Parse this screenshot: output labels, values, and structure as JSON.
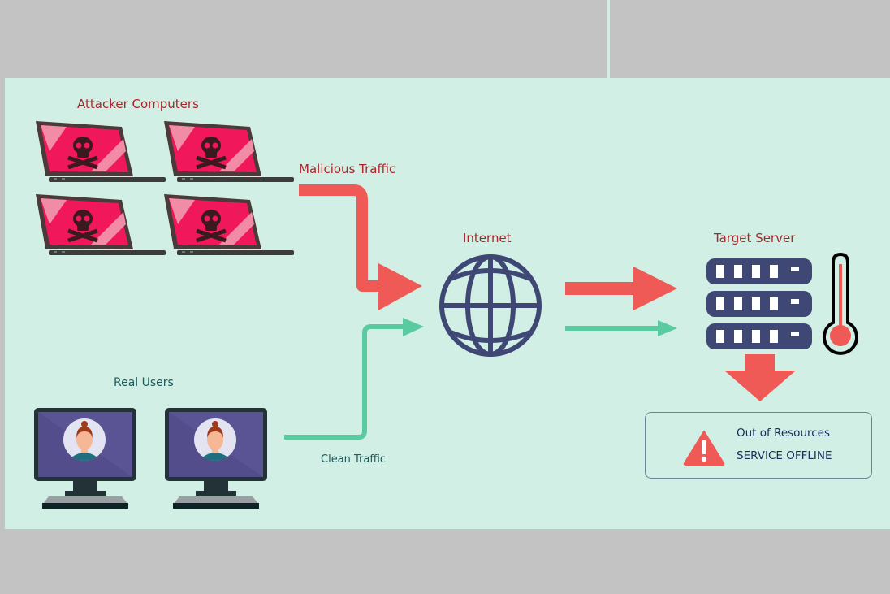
{
  "diagram": {
    "title": "DDoS Attack Flow",
    "labels": {
      "attackers": "Attacker Computers",
      "malicious_traffic": "Malicious Traffic",
      "internet": "Internet",
      "target_server": "Target Server",
      "real_users": "Real Users",
      "clean_traffic": "Clean Traffic"
    },
    "status": {
      "line1": "Out of Resources",
      "line2": "SERVICE OFFLINE"
    },
    "nodes": [
      {
        "id": "attacker-1",
        "type": "laptop",
        "icon": "skull-crossbones",
        "group": "attackers"
      },
      {
        "id": "attacker-2",
        "type": "laptop",
        "icon": "skull-crossbones",
        "group": "attackers"
      },
      {
        "id": "attacker-3",
        "type": "laptop",
        "icon": "skull-crossbones",
        "group": "attackers"
      },
      {
        "id": "attacker-4",
        "type": "laptop",
        "icon": "skull-crossbones",
        "group": "attackers"
      },
      {
        "id": "user-1",
        "type": "desktop-monitor",
        "icon": "user-avatar",
        "group": "real-users"
      },
      {
        "id": "user-2",
        "type": "desktop-monitor",
        "icon": "user-avatar",
        "group": "real-users"
      },
      {
        "id": "internet",
        "type": "globe",
        "icon": "globe"
      },
      {
        "id": "server",
        "type": "server-rack",
        "icon": "server",
        "units": 3
      },
      {
        "id": "thermometer",
        "type": "thermometer",
        "icon": "thermometer"
      }
    ],
    "edges": [
      {
        "from": "attackers",
        "to": "internet",
        "label": "Malicious Traffic",
        "color": "#ef5a56"
      },
      {
        "from": "real-users",
        "to": "internet",
        "label": "Clean Traffic",
        "color": "#5acba1"
      },
      {
        "from": "internet",
        "to": "server",
        "kind": "malicious",
        "color": "#ef5a56"
      },
      {
        "from": "internet",
        "to": "server",
        "kind": "clean",
        "color": "#5acba1"
      },
      {
        "from": "server",
        "to": "status",
        "kind": "failure",
        "color": "#ef5a56"
      }
    ],
    "colors": {
      "background": "#d1efe4",
      "malicious": "#ef5a56",
      "clean": "#5acba1",
      "navy": "#3f4775",
      "attacker_screen": "#f0185a",
      "monitor_screen": "#5a5494",
      "label_red": "#a8262a"
    }
  }
}
